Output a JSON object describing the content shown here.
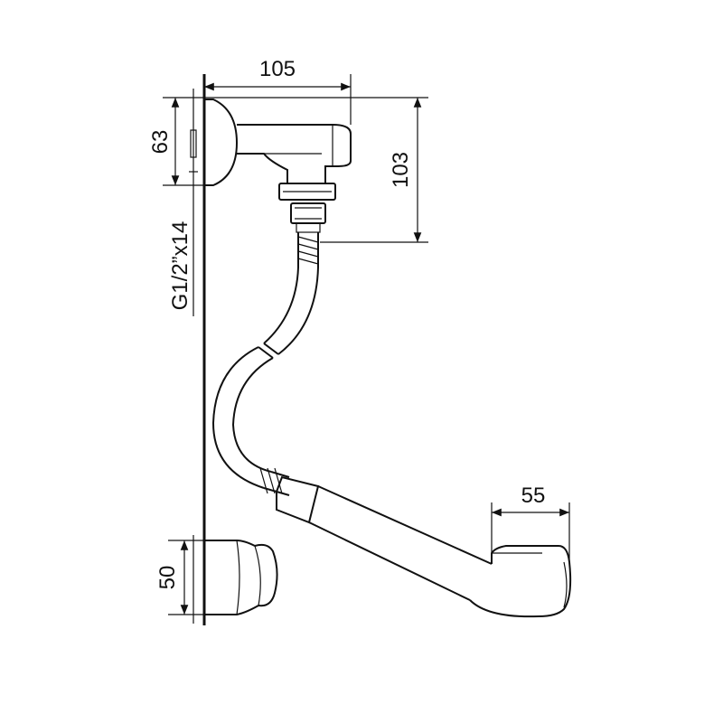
{
  "dimensions": {
    "width_top": "105",
    "height_outlet": "103",
    "height_flange": "63",
    "thread": "G1/2”x14",
    "holder_height": "50",
    "head_length": "55"
  },
  "icons": {
    "wall": "wall-mount-line",
    "mixer": "wall-outlet-elbow",
    "hose": "flexible-shower-hose",
    "holder": "wall-holder-bracket",
    "handset": "hand-shower-head"
  }
}
